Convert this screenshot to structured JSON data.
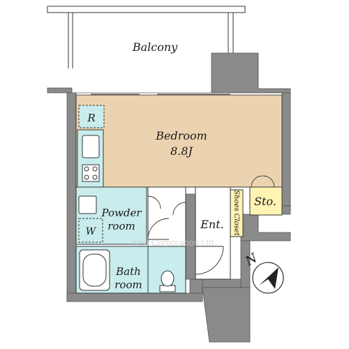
{
  "rooms": {
    "balcony": "Balcony",
    "bedroom": "Bedroom",
    "bedroom_size": "8.8J",
    "powder_room_line1": "Powder",
    "powder_room_line2": "room",
    "bath_room_line1": "Bath",
    "bath_room_line2": "room",
    "entrance": "Ent.",
    "storage": "Sto.",
    "shoes_closet": "Shoes Closet",
    "refrigerator": "R",
    "washer": "W"
  },
  "compass": {
    "label": "N"
  },
  "watermark": "Ken Corporation Ltd.",
  "colors": {
    "wall": "#8a8a8a",
    "bedroom_floor": "#ecd3b0",
    "wet_area": "#c9ecec",
    "storage_floor": "#fff4b3",
    "line": "#333333"
  }
}
